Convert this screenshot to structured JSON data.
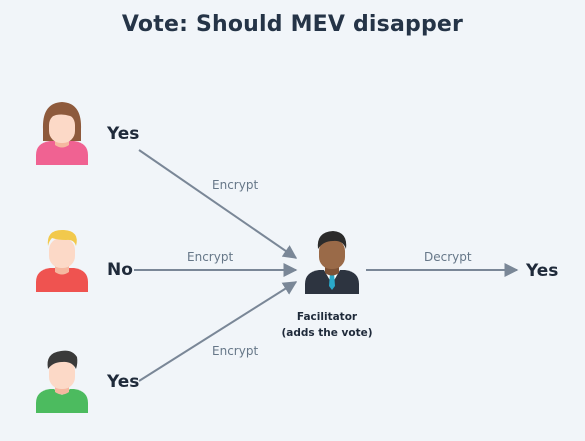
{
  "title": "Vote: Should MEV disapper",
  "voters": [
    {
      "vote": "Yes",
      "arrow_label": "Encrypt",
      "avatar": "woman-pink-shirt-icon"
    },
    {
      "vote": "No",
      "arrow_label": "Encrypt",
      "avatar": "man-blonde-red-shirt-icon"
    },
    {
      "vote": "Yes",
      "arrow_label": "Encrypt",
      "avatar": "man-green-shirt-icon"
    }
  ],
  "facilitator": {
    "name": "Facilitator",
    "note": "(adds the vote)",
    "avatar": "businessman-icon"
  },
  "decrypt": {
    "label": "Decrypt",
    "result": "Yes"
  },
  "colors": {
    "background": "#f1f5f9",
    "title": "#253447",
    "arrow": "#7a8797",
    "edge_label": "#667788",
    "voter1_shirt": "#f06292",
    "voter2_shirt": "#ef5350",
    "voter3_shirt": "#4cbb5f",
    "skin_light": "#fcd9c7",
    "skin_dark": "#9a6a48"
  }
}
